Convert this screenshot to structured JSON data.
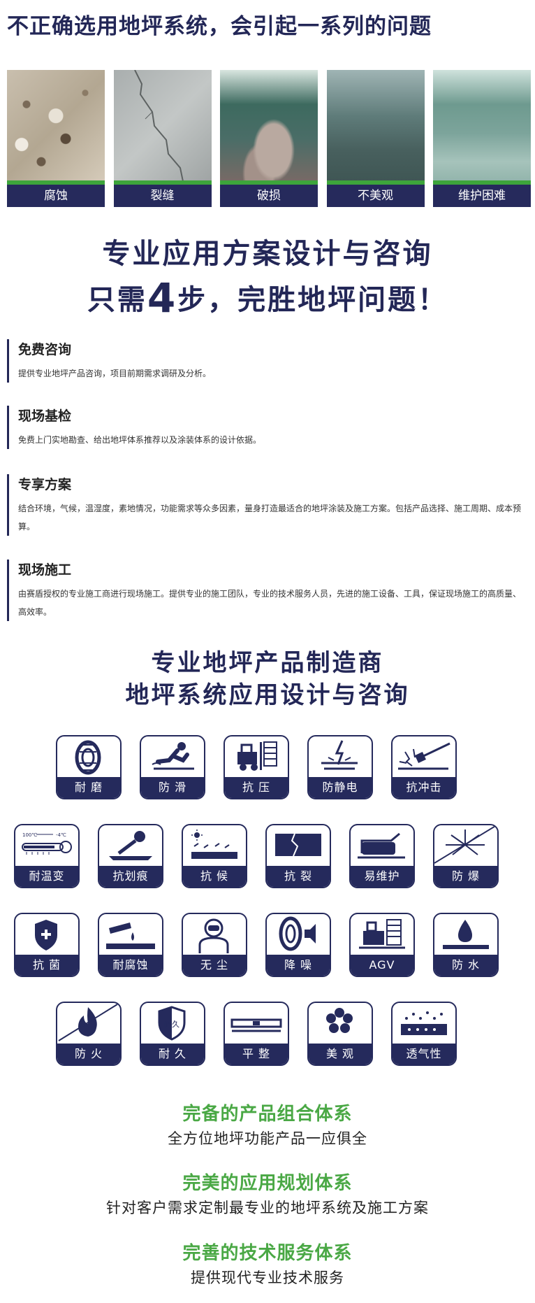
{
  "top_title": "不正确选用地坪系统，会引起一系列的问题",
  "problems": [
    "腐蚀",
    "裂缝",
    "破损",
    "不美观",
    "维护困难"
  ],
  "headline": {
    "line1": "专业应用方案设计与咨询",
    "line2_pre": "只需",
    "line2_num": "4",
    "line2_post": "步，完胜地坪问题！"
  },
  "steps": [
    {
      "title": "免费咨询",
      "desc": "提供专业地坪产品咨询，项目前期需求调研及分析。"
    },
    {
      "title": "现场基检",
      "desc": "免费上门实地勘查、给出地坪体系推荐以及涂装体系的设计依据。"
    },
    {
      "title": "专享方案",
      "desc": "结合环境，气候，温湿度，素地情况，功能需求等众多因素，量身打造最适合的地坪涂装及施工方案。包括产品选择、施工周期、成本预算。"
    },
    {
      "title": "现场施工",
      "desc": "由赛盾授权的专业施工商进行现场施工。提供专业的施工团队，专业的技术服务人员，先进的施工设备、工具，保证现场施工的高质量、高效率。"
    }
  ],
  "mid_heading": {
    "line1": "专业地坪产品制造商",
    "line2": "地坪系统应用设计与咨询"
  },
  "features": [
    {
      "label": "耐 磨",
      "icon": "tire-icon"
    },
    {
      "label": "防 滑",
      "icon": "slip-icon"
    },
    {
      "label": "抗 压",
      "icon": "forklift-icon"
    },
    {
      "label": "防静电",
      "icon": "static-icon"
    },
    {
      "label": "抗冲击",
      "icon": "impact-icon"
    },
    {
      "label": "耐温变",
      "icon": "thermometer-icon",
      "thermo_low": "100℃",
      "thermo_high": "-4℃"
    },
    {
      "label": "抗划痕",
      "icon": "scratch-icon"
    },
    {
      "label": "抗 候",
      "icon": "weather-icon"
    },
    {
      "label": "抗 裂",
      "icon": "crack-icon"
    },
    {
      "label": "易维护",
      "icon": "scrubber-icon"
    },
    {
      "label": "防 爆",
      "icon": "explosion-icon"
    },
    {
      "label": "抗 菌",
      "icon": "shield-cross-icon"
    },
    {
      "label": "耐腐蚀",
      "icon": "chemical-drop-icon"
    },
    {
      "label": "无 尘",
      "icon": "cleanroom-icon"
    },
    {
      "label": "降 噪",
      "icon": "tire-noise-icon"
    },
    {
      "label": "AGV",
      "icon": "agv-icon"
    },
    {
      "label": "防 水",
      "icon": "water-drop-icon"
    },
    {
      "label": "防 火",
      "icon": "fire-icon"
    },
    {
      "label": "耐 久",
      "icon": "durable-shield-icon",
      "shield_text": "耐久"
    },
    {
      "label": "平 整",
      "icon": "level-icon"
    },
    {
      "label": "美 观",
      "icon": "flower-icon"
    },
    {
      "label": "透气性",
      "icon": "breathable-icon"
    }
  ],
  "systems": [
    {
      "title": "完备的产品组合体系",
      "desc": "全方位地坪功能产品一应俱全"
    },
    {
      "title": "完美的应用规划体系",
      "desc": "针对客户需求定制最专业的地坪系统及施工方案"
    },
    {
      "title": "完善的技术服务体系",
      "desc": "提供现代专业技术服务"
    }
  ],
  "colors": {
    "navy": "#252a5c",
    "green": "#3da53b",
    "green_text": "#4aa845"
  }
}
